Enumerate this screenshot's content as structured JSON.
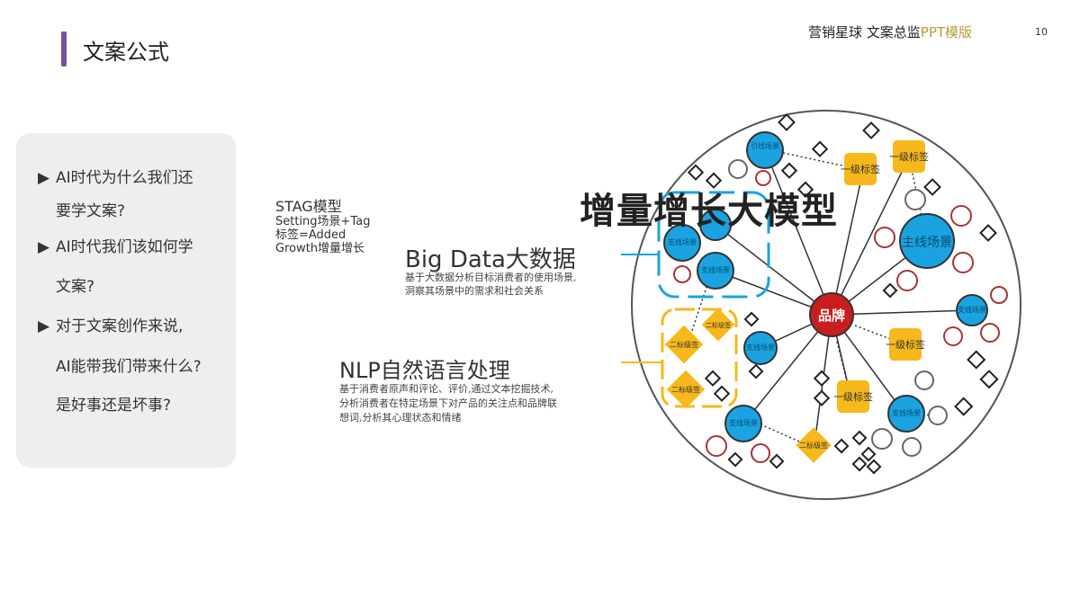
{
  "header": {
    "title": "文案公式",
    "brand_main": "营销星球 文案总监",
    "brand_accent": "PPT模版",
    "page_number": "10"
  },
  "questions": [
    {
      "bullet": "▶",
      "line1": "AI时代为什么我们还",
      "line2": "要学文案?"
    },
    {
      "bullet": "▶",
      "line1": "AI时代我们该如何学",
      "line2": "文案?"
    },
    {
      "bullet": "▶",
      "line1": "对于文案创作来说,",
      "line2": "AI能带我们带来什么?",
      "line3": "是好事还是坏事?"
    }
  ],
  "stag": {
    "title": "STAG模型",
    "line1": "Setting场景+Tag",
    "line2": "标签=Added",
    "line3": "Growth增量增长"
  },
  "big_data": {
    "title": "Big Data大数据",
    "description": "基于大数据分析目标消费者的使用场景,洞察其场景中的需求和社会关系"
  },
  "nlp": {
    "title": "NLP自然语言处理",
    "description": "基于消费者原声和评论、评价,通过文本挖掘技术,分析消费者在特定场景下对产品的关注点和品牌联想词,分析其心理状态和情绪"
  },
  "diagram": {
    "overlay_title": "增量增长大模型",
    "center_label": "品牌",
    "main_scene": "主线场景",
    "branch_scene": "支线场景",
    "guide_scene": "引线场景",
    "level1_tag": "一级标签",
    "level2_tag": "二标级签",
    "colors": {
      "blue": "#1aa3e0",
      "red": "#c81e1e",
      "yellow": "#f6b81b",
      "purple": "#7b4f9d",
      "gold": "#b89a3c"
    }
  }
}
